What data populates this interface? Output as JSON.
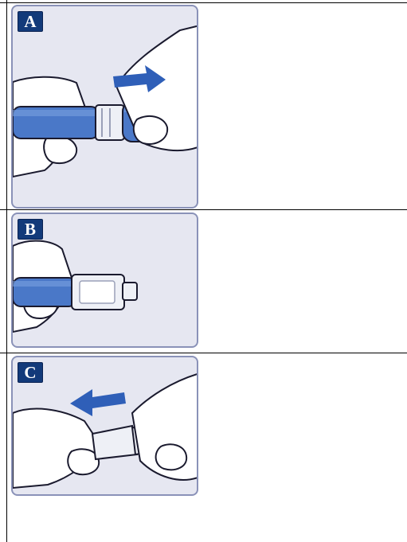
{
  "steps": [
    {
      "label": "A",
      "illustration": "hand-pulling-pen-cap-right"
    },
    {
      "label": "B",
      "illustration": "pen-with-needle-attached"
    },
    {
      "label": "C",
      "illustration": "hands-removing-needle-cap-left"
    }
  ],
  "colors": {
    "panel_bg": "#e6e7f1",
    "panel_border": "#8a92b8",
    "pen_blue": "#4a78c8",
    "badge_bg": "#123a7a",
    "arrow": "#2f5fb8"
  }
}
